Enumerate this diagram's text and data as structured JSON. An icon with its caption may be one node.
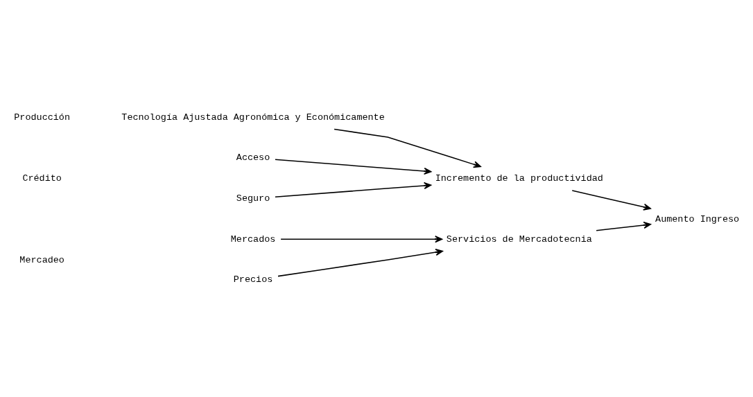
{
  "diagram": {
    "nodes": [
      {
        "text": [
          "Acceso"
        ]
      },
      {
        "text": [
          "Seguro"
        ]
      },
      {
        "text": [
          "Incremento de la productividad"
        ]
      },
      {
        "text": [
          "Tecnología Ajustada Agronómica y Económicamente"
        ]
      },
      {
        "text": [
          "Aumento Ingreso"
        ]
      },
      {
        "text": [
          "Precios"
        ]
      },
      {
        "text": [
          "Mercados"
        ]
      },
      {
        "text": [
          "Servicios de Mercadotecnia"
        ]
      }
    ],
    "edges": [
      {
        "from": 0,
        "to": 2,
        "arrow": "to"
      },
      {
        "from": 1,
        "to": 2,
        "arrow": "to"
      },
      {
        "from": 3,
        "to": 2,
        "arrow": "to"
      },
      {
        "from": 2,
        "to": 4,
        "arrow": "to"
      },
      {
        "from": 5,
        "to": 7,
        "arrow": "to"
      },
      {
        "from": 6,
        "to": 7,
        "arrow": "to"
      },
      {
        "from": 7,
        "to": 4,
        "arrow": "to"
      }
    ],
    "labels": [
      "Crédito",
      "Producción",
      "Mercadeo"
    ]
  }
}
